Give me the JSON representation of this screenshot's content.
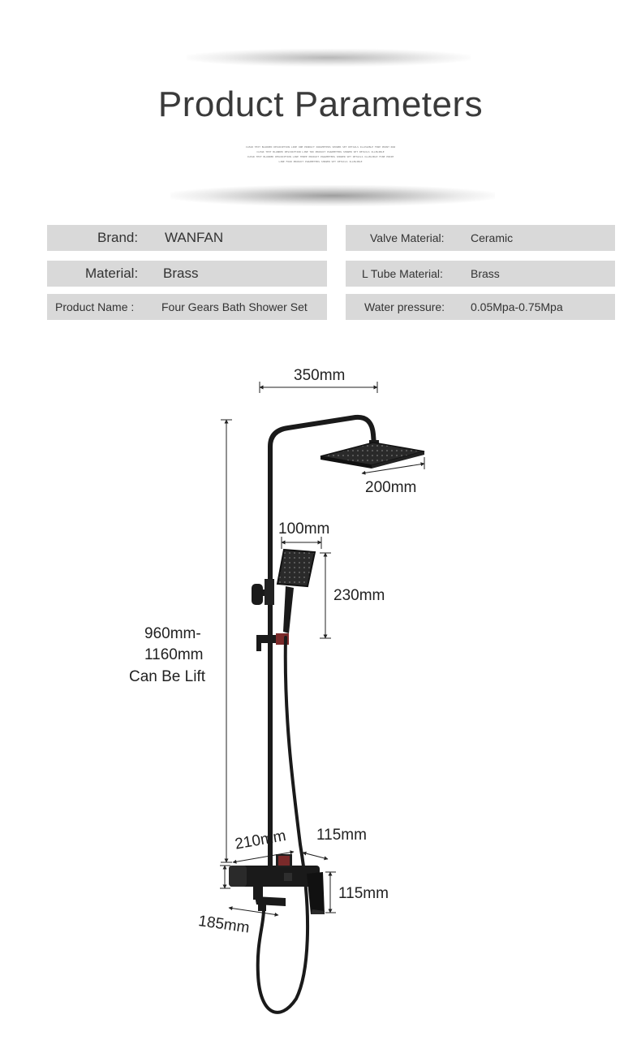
{
  "title": "Product Parameters",
  "subtitle_lines": [
    "CLEAR TEXT BLURRED DESCRIPTION LINE ONE PRODUCT PARAMETERS SHOWER SET DETAILS ILLEGIBLE FINE PRINT ROW",
    "CLEAR TEXT BLURRED DESCRIPTION LINE TWO PRODUCT PARAMETERS SHOWER SET DETAILS ILLEGIBLE",
    "CLEAR TEXT BLURRED DESCRIPTION LINE THREE PRODUCT PARAMETERS SHOWER SET DETAILS ILLEGIBLE FINE PRINT",
    "LINE FOUR PRODUCT PARAMETERS SHOWER SET DETAILS ILLEGIBLE"
  ],
  "params_left": [
    {
      "label": "Brand:",
      "value": "WANFAN"
    },
    {
      "label": "Material:",
      "value": "Brass"
    },
    {
      "label": "Product Name :",
      "value": "Four Gears Bath Shower Set"
    }
  ],
  "params_right": [
    {
      "label": "Valve Material:",
      "value": "Ceramic"
    },
    {
      "label": "L Tube Material:",
      "value": "Brass"
    },
    {
      "label": "Water pressure:",
      "value": "0.05Mpa-0.75Mpa"
    }
  ],
  "dimensions": {
    "width_top": "350mm",
    "head_size": "200mm",
    "hand_width": "100mm",
    "hand_length": "230mm",
    "height_line1": "960mm-",
    "height_line2": "1160mm",
    "height_line3": "Can Be Lift",
    "faucet_width": "210mm",
    "faucet_depth": "115mm",
    "faucet_height": "115mm",
    "spout": "185mm"
  },
  "colors": {
    "label_bg": "#d9d9d9",
    "fixture": "#1a1a1a",
    "accent_red": "#7a2a2a"
  }
}
